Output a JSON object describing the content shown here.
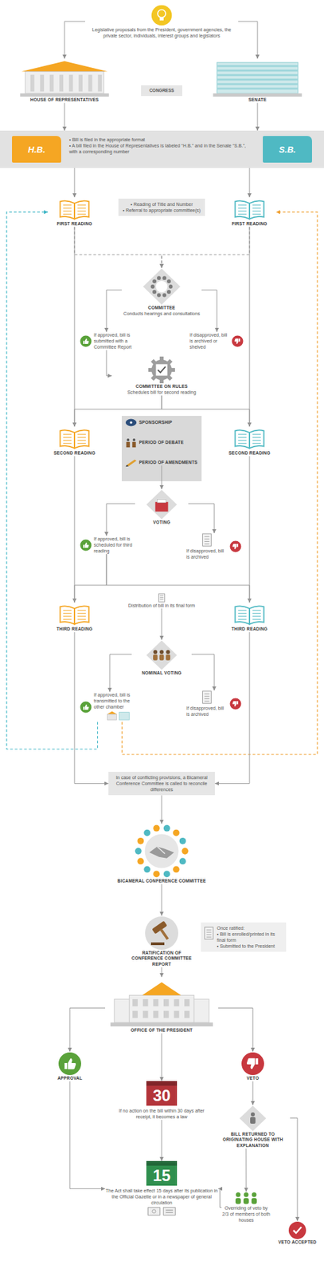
{
  "diagram": {
    "nodes": [
      {
        "text": [
          "Legislative proposals from the President, government agencies, the private sector, individuals, interest groups and legislators"
        ]
      },
      {
        "text": [
          "HOUSE OF REPRESENTATIVES"
        ]
      },
      {
        "text": [
          "CONGRESS"
        ]
      },
      {
        "text": [
          "SENATE"
        ]
      },
      {
        "text": [
          "• Bill is filed in the appropriate format",
          "• A bill filed in the House of Representatives is labeled “H.B.” and in the Senate “S.B.”, with a corresponding number"
        ]
      },
      {
        "text": [
          "H.B."
        ],
        "in": 4
      },
      {
        "text": [
          "S.B."
        ],
        "in": 4
      },
      {
        "text": [
          "FIRST READING"
        ]
      },
      {
        "text": [
          "• Reading of Title and Number",
          "• Referral to appropriate committee(s)"
        ]
      },
      {
        "text": [
          "FIRST READING"
        ]
      },
      {
        "text": [
          "COMMITTEE",
          "Conducts hearings and consultations"
        ]
      },
      {
        "text": [
          "If approved, bill is submitted with a Committee Report"
        ]
      },
      {
        "text": [
          "If disapproved, bill is archived or shelved"
        ]
      },
      {
        "text": [
          "COMMITTEE ON RULES",
          "Schedules bill for second reading"
        ]
      },
      {
        "text": [
          "SECOND READING"
        ]
      },
      {
        "text": [
          "SPONSORSHIP"
        ]
      },
      {
        "text": [
          "PERIOD OF DEBATE"
        ]
      },
      {
        "text": [
          "PERIOD OF AMENDMENTS"
        ]
      },
      {
        "text": [
          "SECOND READING"
        ]
      },
      {
        "text": [
          "VOTING"
        ]
      },
      {
        "text": [
          "If approved, bill is scheduled for third reading"
        ]
      },
      {
        "text": [
          "If disapproved, bill is archived"
        ]
      },
      {
        "text": [
          "THIRD READING"
        ]
      },
      {
        "text": [
          "Distribution of bill in its final form"
        ]
      },
      {
        "text": [
          "THIRD READING"
        ]
      },
      {
        "text": [
          "NOMINAL VOTING"
        ]
      },
      {
        "text": [
          "If approved, bill is transmitted to the other chamber"
        ]
      },
      {
        "text": [
          "If disapproved, bill is archived"
        ]
      },
      {
        "text": [
          "In case of conflicting provisions, a Bicameral Conference Committee is called to reconcile differences"
        ]
      },
      {
        "text": [
          "BICAMERAL CONFERENCE COMMITTEE"
        ]
      },
      {
        "text": [
          "RATIFICATION OF CONFERENCE COMMITTEE REPORT"
        ]
      },
      {
        "text": [
          "Once ratified:",
          "• Bill is enrolled/printed in its final form",
          "• Submitted to the President"
        ]
      },
      {
        "text": [
          "OFFICE OF THE PRESIDENT"
        ]
      },
      {
        "text": [
          "APPROVAL"
        ]
      },
      {
        "text": [
          "VETO"
        ]
      },
      {
        "text": [
          "30",
          "If no action on the bill within 30 days after receipt, it becomes a law"
        ]
      },
      {
        "text": [
          "BILL RETURNED TO ORIGINATING HOUSE WITH EXPLANATION"
        ]
      },
      {
        "text": [
          "15",
          "The Act shall take effect 15 days after its publication in the Official Gazette or in a newspaper of general circulation"
        ]
      },
      {
        "text": [
          "Overriding of veto by 2/3 of members of both houses"
        ]
      },
      {
        "text": [
          "VETO ACCEPTED"
        ]
      }
    ],
    "edges": [
      {
        "from": 0,
        "to": 1,
        "arrow": "to"
      },
      {
        "from": 0,
        "to": 3,
        "arrow": "to"
      },
      {
        "from": 1,
        "to": 4,
        "arrow": "to"
      },
      {
        "from": 3,
        "to": 4,
        "arrow": "to"
      },
      {
        "from": 4,
        "to": 7,
        "arrow": "to"
      },
      {
        "from": 4,
        "to": 9,
        "arrow": "to"
      },
      {
        "from": 7,
        "to": 10,
        "arrow": "to"
      },
      {
        "from": 9,
        "to": 10,
        "arrow": "to"
      },
      {
        "from": 10,
        "to": 11,
        "arrow": "to"
      },
      {
        "from": 10,
        "to": 12,
        "arrow": "to"
      },
      {
        "from": 11,
        "to": 13,
        "arrow": "to"
      },
      {
        "from": 13,
        "to": 14,
        "arrow": "to"
      },
      {
        "from": 13,
        "to": 18,
        "arrow": "to"
      },
      {
        "from": 7,
        "to": 14,
        "arrow": "none"
      },
      {
        "from": 9,
        "to": 18,
        "arrow": "none"
      },
      {
        "from": 17,
        "to": 19,
        "arrow": "to"
      },
      {
        "from": 19,
        "to": 20,
        "arrow": "to"
      },
      {
        "from": 19,
        "to": 21,
        "arrow": "to"
      },
      {
        "from": 20,
        "to": 22,
        "arrow": "to"
      },
      {
        "from": 20,
        "to": 24,
        "arrow": "to"
      },
      {
        "from": 14,
        "to": 22,
        "arrow": "none"
      },
      {
        "from": 18,
        "to": 24,
        "arrow": "none"
      },
      {
        "from": 23,
        "to": 25,
        "arrow": "to"
      },
      {
        "from": 25,
        "to": 26,
        "arrow": "to"
      },
      {
        "from": 25,
        "to": 27,
        "arrow": "to"
      },
      {
        "from": 26,
        "to": 7,
        "arrow": "to"
      },
      {
        "from": 26,
        "to": 9,
        "arrow": "to"
      },
      {
        "from": 22,
        "to": 28,
        "arrow": "to"
      },
      {
        "from": 24,
        "to": 28,
        "arrow": "to"
      },
      {
        "from": 28,
        "to": 29,
        "arrow": "to"
      },
      {
        "from": 29,
        "to": 30,
        "arrow": "to"
      },
      {
        "from": 30,
        "to": 32,
        "arrow": "to"
      },
      {
        "from": 32,
        "to": 33,
        "arrow": "to"
      },
      {
        "from": 32,
        "to": 34,
        "arrow": "to"
      },
      {
        "from": 32,
        "to": 35,
        "arrow": "to"
      },
      {
        "from": 33,
        "to": 37,
        "arrow": "to"
      },
      {
        "from": 35,
        "to": 37,
        "arrow": "to"
      },
      {
        "from": 34,
        "to": 36,
        "arrow": "to"
      },
      {
        "from": 36,
        "to": 38,
        "arrow": "to"
      },
      {
        "from": 36,
        "to": 39,
        "arrow": "to"
      },
      {
        "from": 38,
        "to": 37,
        "arrow": "to"
      }
    ]
  }
}
